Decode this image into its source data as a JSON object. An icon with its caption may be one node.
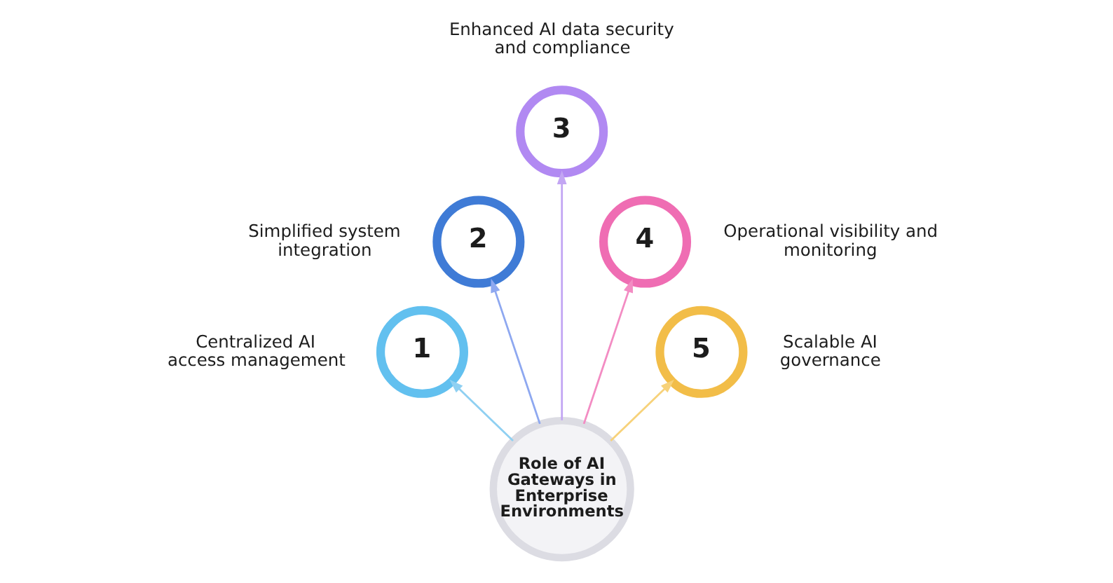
{
  "diagram": {
    "nodes": [
      {
        "text": [
          "Role of AI Gateways in Enterprise Environments"
        ]
      },
      {
        "text": [
          "1"
        ],
        "beside": [
          "Centralized AI access management"
        ]
      },
      {
        "text": [
          "2"
        ],
        "beside": [
          "Simplified system integration"
        ]
      },
      {
        "text": [
          "3"
        ],
        "beside": [
          "Enhanced AI data security and compliance"
        ]
      },
      {
        "text": [
          "4"
        ],
        "beside": [
          "Operational visibility and monitoring"
        ]
      },
      {
        "text": [
          "5"
        ],
        "beside": [
          "Scalable AI governance"
        ]
      }
    ],
    "edges": [
      {
        "from": 0,
        "to": 1,
        "arrow": "to",
        "color": "#8fd0f2"
      },
      {
        "from": 0,
        "to": 2,
        "arrow": "to",
        "color": "#8ea8f0"
      },
      {
        "from": 0,
        "to": 3,
        "arrow": "to",
        "color": "#c3a6f3"
      },
      {
        "from": 0,
        "to": 4,
        "arrow": "to",
        "color": "#f38cc3"
      },
      {
        "from": 0,
        "to": 5,
        "arrow": "to",
        "color": "#f7d27a"
      }
    ]
  }
}
